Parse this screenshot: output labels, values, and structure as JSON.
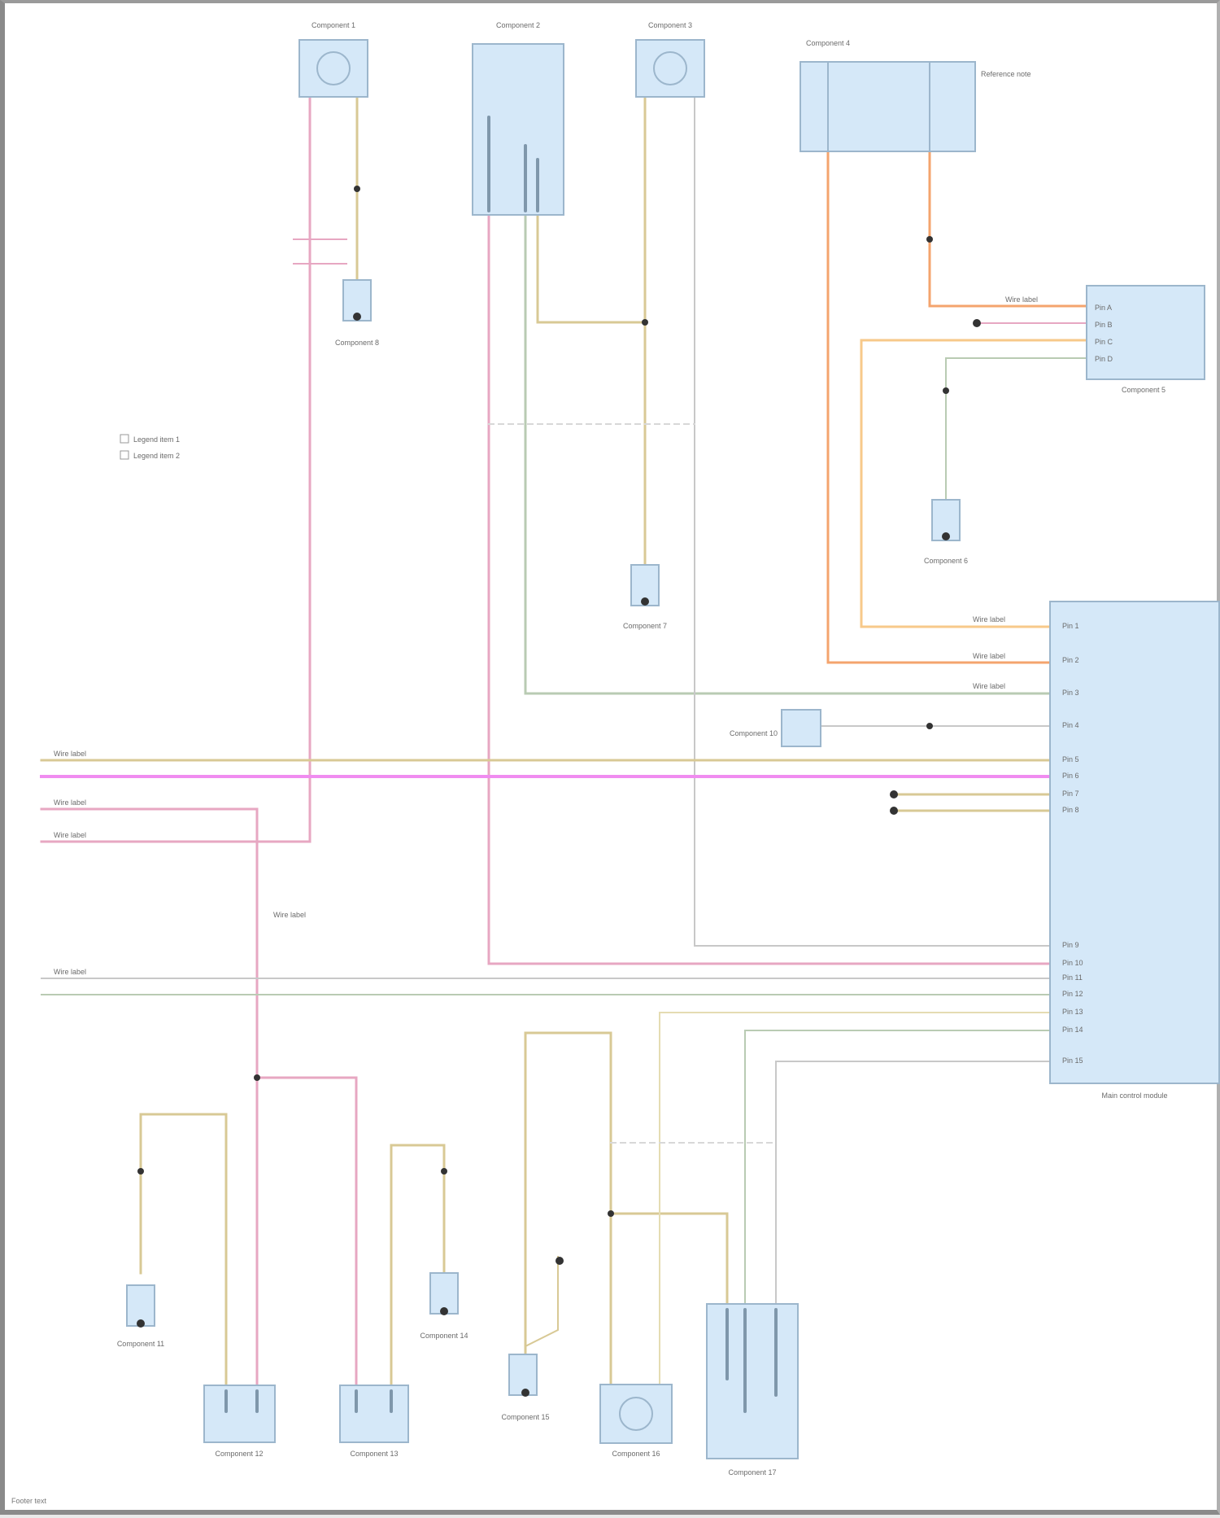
{
  "diagram": {
    "type": "vehicle wiring schematic",
    "legibility": "text illegible at source resolution; labels below are placeholders",
    "colors": {
      "module_fill": "#d5e8f8",
      "module_border": "#9cb6cc",
      "wire_pink": "#e7a7c2",
      "wire_magenta": "#f08cf0",
      "wire_orange": "#f4a46e",
      "wire_light_orange": "#f7c98a",
      "wire_tan": "#d8c995",
      "wire_green_grey": "#b9cbb3",
      "wire_grey": "#c8c8c8",
      "splice_dot": "#333333"
    },
    "components": [
      {
        "id": "c1",
        "label": "Component 1"
      },
      {
        "id": "c2",
        "label": "Component 2"
      },
      {
        "id": "c3",
        "label": "Component 3"
      },
      {
        "id": "c4",
        "label": "Component 4"
      },
      {
        "id": "c5",
        "label": "Component 5"
      },
      {
        "id": "c6",
        "label": "Component 6"
      },
      {
        "id": "c7",
        "label": "Component 7"
      },
      {
        "id": "c8",
        "label": "Component 8"
      },
      {
        "id": "c9",
        "label": "Main control module"
      },
      {
        "id": "c10",
        "label": "Component 10"
      },
      {
        "id": "c11",
        "label": "Component 11"
      },
      {
        "id": "c12",
        "label": "Component 12"
      },
      {
        "id": "c13",
        "label": "Component 13"
      },
      {
        "id": "c14",
        "label": "Component 14"
      },
      {
        "id": "c15",
        "label": "Component 15"
      },
      {
        "id": "c16",
        "label": "Component 16"
      },
      {
        "id": "c17",
        "label": "Component 17"
      }
    ],
    "module_pins": [
      "Pin 1",
      "Pin 2",
      "Pin 3",
      "Pin 4",
      "Pin 5",
      "Pin 6",
      "Pin 7",
      "Pin 8",
      "Pin 9",
      "Pin 10",
      "Pin 11",
      "Pin 12",
      "Pin 13",
      "Pin 14",
      "Pin 15"
    ],
    "sensor_pins": [
      "Pin A",
      "Pin B",
      "Pin C",
      "Pin D"
    ],
    "wire_label": "Wire label",
    "legend": [
      "Legend item 1",
      "Legend item 2"
    ],
    "note": "Reference note",
    "footer": "Footer text"
  }
}
